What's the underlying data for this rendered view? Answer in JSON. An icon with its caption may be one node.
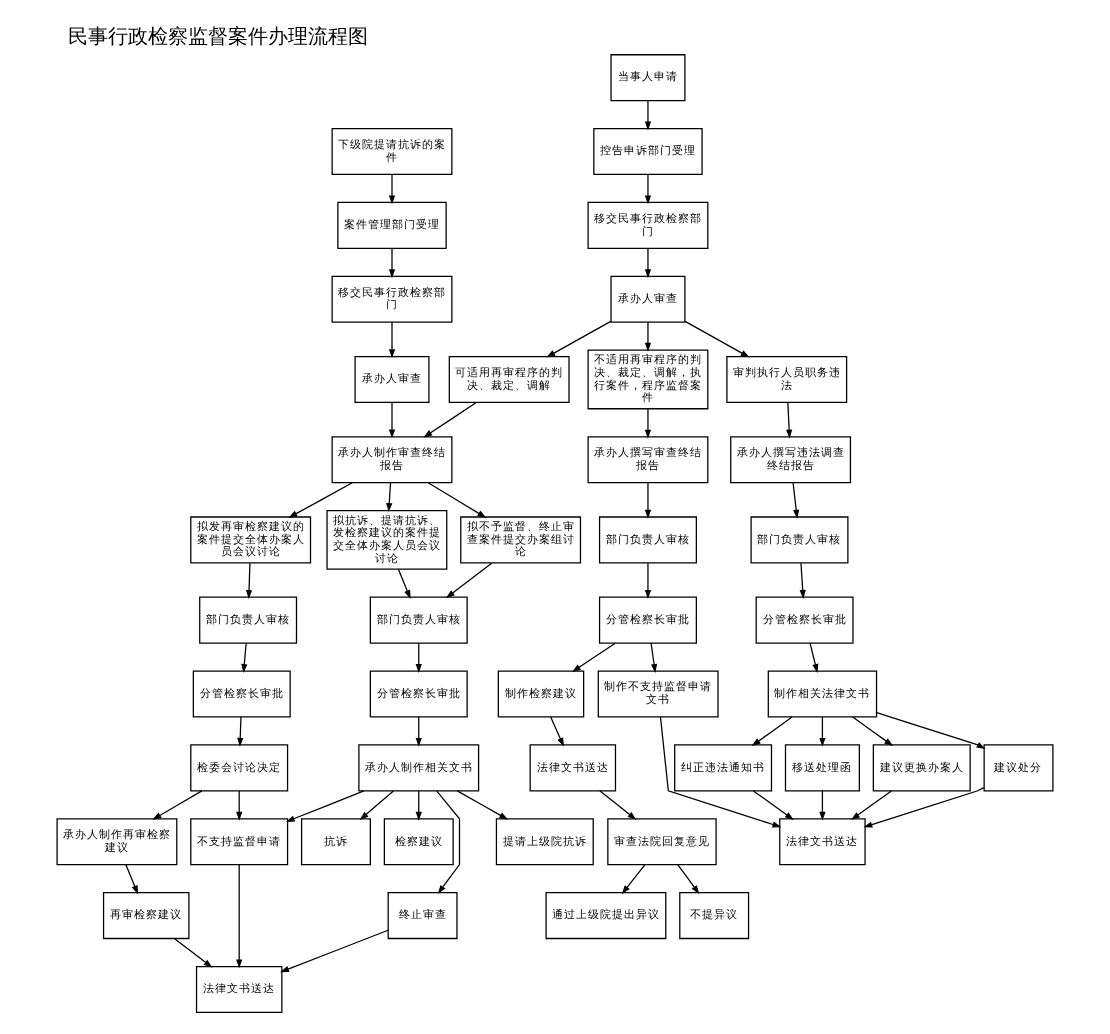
{
  "diagram": {
    "title": "民事行政检察监督案件办理流程图",
    "nodes": [
      {
        "text": [
          "下级院提请抗诉的案件"
        ]
      },
      {
        "text": [
          "案件管理部门受理"
        ]
      },
      {
        "text": [
          "移交民事行政检察部门"
        ]
      },
      {
        "text": [
          "承办人审查"
        ]
      },
      {
        "text": [
          "当事人申请"
        ]
      },
      {
        "text": [
          "控告申诉部门受理"
        ]
      },
      {
        "text": [
          "移交民事行政检察部门"
        ]
      },
      {
        "text": [
          "承办人审查"
        ]
      },
      {
        "text": [
          "可适用再审程序的判决、裁定、调解"
        ]
      },
      {
        "text": [
          "不适用再审程序的判决、裁定、调解，执行案件，程序监督案件"
        ]
      },
      {
        "text": [
          "审判执行人员职务违法"
        ]
      },
      {
        "text": [
          "承办人制作审查终结报告"
        ]
      },
      {
        "text": [
          "拟发再审检察建议的案件提交全体办案人员会议讨论"
        ]
      },
      {
        "text": [
          "拟抗诉、提请抗诉、发检察建议的案件提交全体办案人员会议讨论"
        ]
      },
      {
        "text": [
          "拟不予监督、终止审查案件提交办案组讨论"
        ]
      },
      {
        "text": [
          "部门负责人审核"
        ]
      },
      {
        "text": [
          "分管检察长审批"
        ]
      },
      {
        "text": [
          "检委会讨论决定"
        ]
      },
      {
        "text": [
          "承办人制作再审检察建议"
        ]
      },
      {
        "text": [
          "再审检察建议"
        ]
      },
      {
        "text": [
          "部门负责人审核"
        ]
      },
      {
        "text": [
          "分管检察长审批"
        ]
      },
      {
        "text": [
          "承办人制作相关文书"
        ]
      },
      {
        "text": [
          "不支持监督申请"
        ]
      },
      {
        "text": [
          "抗诉"
        ]
      },
      {
        "text": [
          "检察建议"
        ]
      },
      {
        "text": [
          "终止审查"
        ]
      },
      {
        "text": [
          "提请上级院抗诉"
        ]
      },
      {
        "text": [
          "法律文书送达"
        ]
      },
      {
        "text": [
          "承办人撰写审查终结报告"
        ]
      },
      {
        "text": [
          "部门负责人审核"
        ]
      },
      {
        "text": [
          "分管检察长审批"
        ]
      },
      {
        "text": [
          "制作检察建议"
        ]
      },
      {
        "text": [
          "法律文书送达"
        ]
      },
      {
        "text": [
          "审查法院回复意见"
        ]
      },
      {
        "text": [
          "通过上级院提出异议"
        ]
      },
      {
        "text": [
          "不提异议"
        ]
      },
      {
        "text": [
          "制作不支持监督申请文书"
        ]
      },
      {
        "text": [
          "承办人撰写违法调查终结报告"
        ]
      },
      {
        "text": [
          "部门负责人审核"
        ]
      },
      {
        "text": [
          "分管检察长审批"
        ]
      },
      {
        "text": [
          "制作相关法律文书"
        ]
      },
      {
        "text": [
          "纠正违法通知书"
        ]
      },
      {
        "text": [
          "移送处理函"
        ]
      },
      {
        "text": [
          "建议更换办案人"
        ]
      },
      {
        "text": [
          "建议处分"
        ]
      },
      {
        "text": [
          "法律文书送达"
        ]
      }
    ],
    "edges": [
      {
        "from": 0,
        "to": 1,
        "arrow": "to"
      },
      {
        "from": 1,
        "to": 2,
        "arrow": "to"
      },
      {
        "from": 2,
        "to": 3,
        "arrow": "to"
      },
      {
        "from": 4,
        "to": 5,
        "arrow": "to"
      },
      {
        "from": 5,
        "to": 6,
        "arrow": "to"
      },
      {
        "from": 6,
        "to": 7,
        "arrow": "to"
      },
      {
        "from": 7,
        "to": 8,
        "arrow": "to"
      },
      {
        "from": 7,
        "to": 9,
        "arrow": "to"
      },
      {
        "from": 7,
        "to": 10,
        "arrow": "to"
      },
      {
        "from": 3,
        "to": 11,
        "arrow": "to"
      },
      {
        "from": 8,
        "to": 11,
        "arrow": "to"
      },
      {
        "from": 11,
        "to": 12,
        "arrow": "to"
      },
      {
        "from": 11,
        "to": 13,
        "arrow": "to"
      },
      {
        "from": 11,
        "to": 14,
        "arrow": "to"
      },
      {
        "from": 12,
        "to": 15,
        "arrow": "to"
      },
      {
        "from": 15,
        "to": 16,
        "arrow": "to"
      },
      {
        "from": 16,
        "to": 17,
        "arrow": "to"
      },
      {
        "from": 17,
        "to": 18,
        "arrow": "to"
      },
      {
        "from": 18,
        "to": 19,
        "arrow": "to"
      },
      {
        "from": 17,
        "to": 23,
        "arrow": "to"
      },
      {
        "from": 13,
        "to": 20,
        "arrow": "to"
      },
      {
        "from": 14,
        "to": 20,
        "arrow": "to"
      },
      {
        "from": 20,
        "to": 21,
        "arrow": "to"
      },
      {
        "from": 21,
        "to": 22,
        "arrow": "to"
      },
      {
        "from": 22,
        "to": 23,
        "arrow": "to"
      },
      {
        "from": 22,
        "to": 24,
        "arrow": "to"
      },
      {
        "from": 22,
        "to": 25,
        "arrow": "to"
      },
      {
        "from": 22,
        "to": 26,
        "arrow": "to"
      },
      {
        "from": 22,
        "to": 27,
        "arrow": "to"
      },
      {
        "from": 19,
        "to": 28,
        "arrow": "to"
      },
      {
        "from": 23,
        "to": 28,
        "arrow": "to"
      },
      {
        "from": 26,
        "to": 28,
        "arrow": "to"
      },
      {
        "from": 9,
        "to": 29,
        "arrow": "to"
      },
      {
        "from": 29,
        "to": 30,
        "arrow": "to"
      },
      {
        "from": 30,
        "to": 31,
        "arrow": "to"
      },
      {
        "from": 31,
        "to": 32,
        "arrow": "to"
      },
      {
        "from": 32,
        "to": 33,
        "arrow": "to"
      },
      {
        "from": 33,
        "to": 34,
        "arrow": "to"
      },
      {
        "from": 34,
        "to": 35,
        "arrow": "to"
      },
      {
        "from": 34,
        "to": 36,
        "arrow": "to"
      },
      {
        "from": 31,
        "to": 37,
        "arrow": "to"
      },
      {
        "from": 10,
        "to": 38,
        "arrow": "to"
      },
      {
        "from": 38,
        "to": 39,
        "arrow": "to"
      },
      {
        "from": 39,
        "to": 40,
        "arrow": "to"
      },
      {
        "from": 40,
        "to": 41,
        "arrow": "to"
      },
      {
        "from": 41,
        "to": 42,
        "arrow": "to"
      },
      {
        "from": 41,
        "to": 43,
        "arrow": "to"
      },
      {
        "from": 41,
        "to": 44,
        "arrow": "to"
      },
      {
        "from": 41,
        "to": 45,
        "arrow": "to"
      },
      {
        "from": 37,
        "to": 46,
        "arrow": "to"
      },
      {
        "from": 42,
        "to": 46,
        "arrow": "to"
      },
      {
        "from": 43,
        "to": 46,
        "arrow": "to"
      },
      {
        "from": 44,
        "to": 46,
        "arrow": "to"
      },
      {
        "from": 45,
        "to": 46,
        "arrow": "to"
      }
    ]
  }
}
